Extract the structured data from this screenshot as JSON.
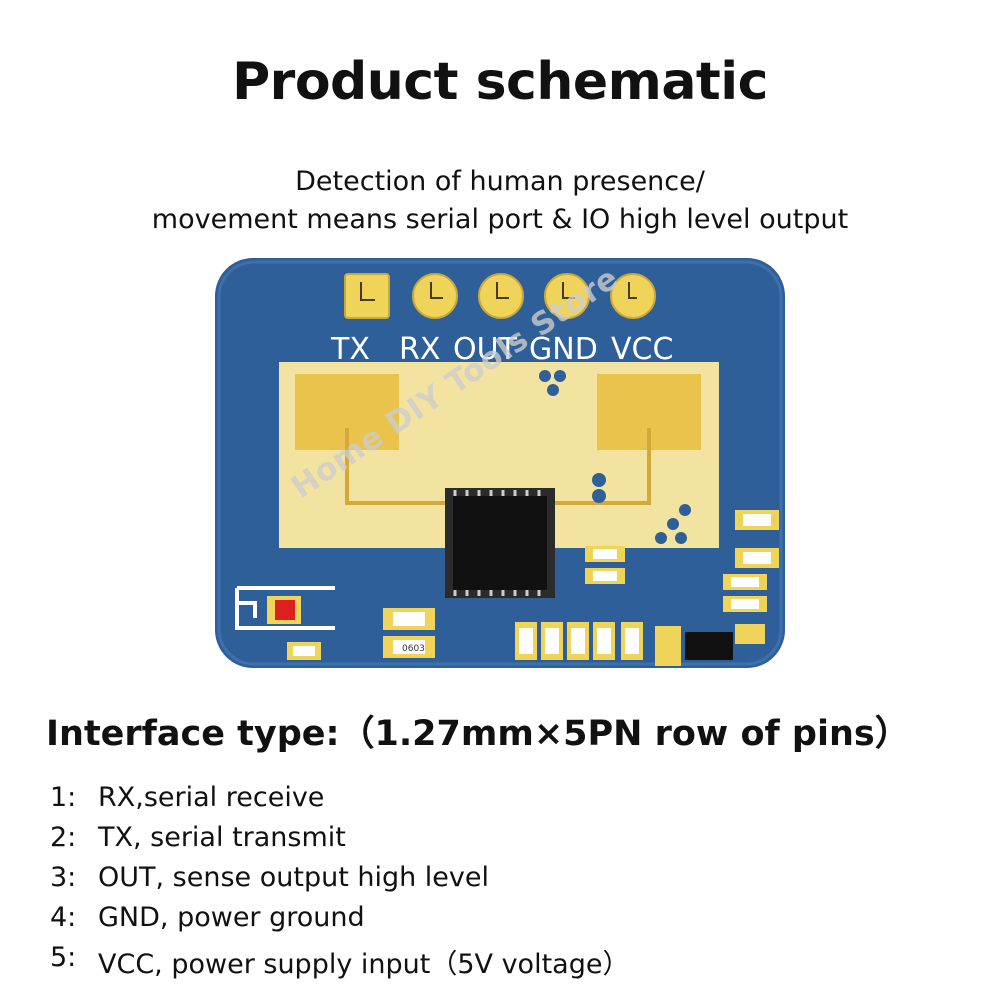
{
  "title": "Product schematic",
  "subtitle": {
    "line1": "Detection of human presence/",
    "line2": "movement means serial port & IO high level output"
  },
  "board": {
    "pins": [
      "TX",
      "RX",
      "OUT",
      "GND",
      "VCC"
    ],
    "watermark": "Home DIY Tools Store",
    "component_code": "0603",
    "colors": {
      "pcb": "#2f5f98",
      "gold": "#f0d45a",
      "chip": "#111111",
      "led": "#e02020"
    }
  },
  "interface": "Interface type:（1.27mm×5PN row of pins）",
  "pin_list": [
    {
      "num": "1:",
      "text": "RX,serial receive"
    },
    {
      "num": "2:",
      "text": "TX, serial transmit"
    },
    {
      "num": "3:",
      "text": "OUT, sense output high level"
    },
    {
      "num": "4:",
      "text": "GND, power ground"
    },
    {
      "num": "5:",
      "text": "VCC, power supply input（5V voltage）"
    }
  ]
}
